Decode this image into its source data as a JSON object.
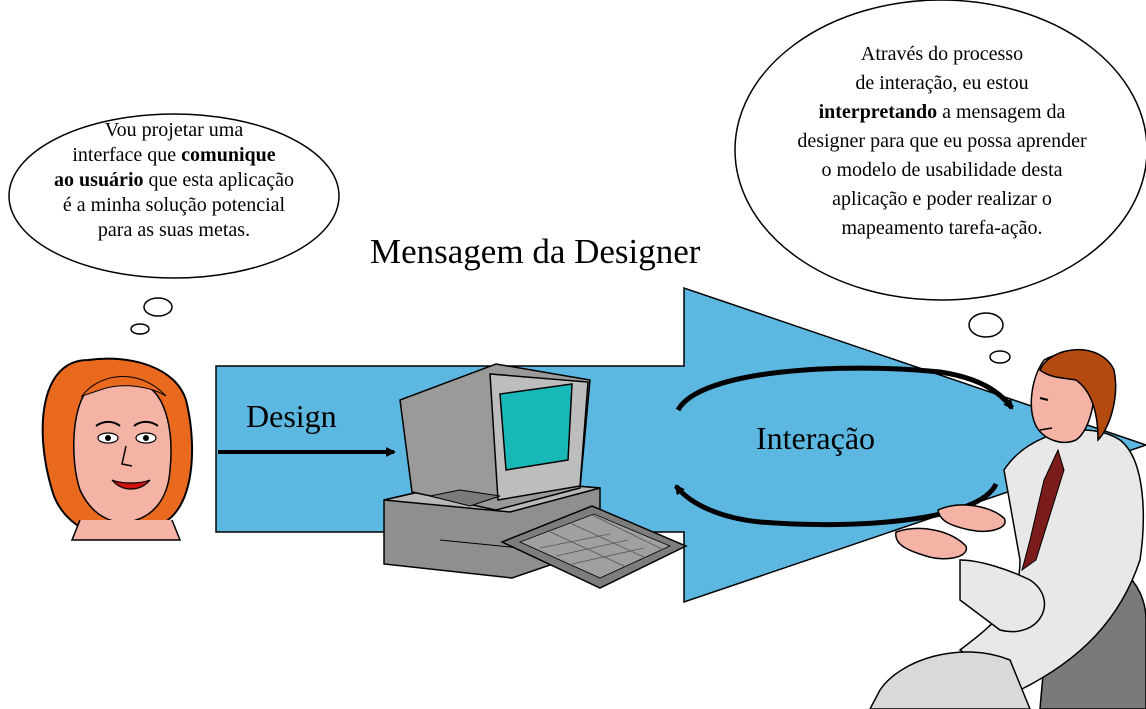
{
  "diagram": {
    "title": "Mensagem da Designer",
    "design_label": "Design",
    "interaction_label": "Interação",
    "designer_thought": {
      "l1": "Vou projetar uma",
      "l2a": "interface que ",
      "l2b": "comunique",
      "l3a": "ao usuário",
      "l3b": " que esta aplicação",
      "l4": "é a minha solução potencial",
      "l5": "para as suas metas."
    },
    "user_thought": {
      "l1": "Através do processo",
      "l2": "de interação, eu estou",
      "l3a": "interpretando",
      "l3b": " a mensagem da",
      "l4": "designer para que eu possa aprender",
      "l5": "o modelo de usabilidade desta",
      "l6": "aplicação e poder realizar o",
      "l7": "mapeamento tarefa-ação."
    }
  },
  "colors": {
    "arrow_fill": "#5cb8e0",
    "designer_hair": "#e96a1e",
    "designer_skin": "#f5b3a6",
    "screen": "#19b8b8",
    "computer_gray": "#8f8f8f",
    "shirt": "#e8e8e8",
    "user_hair": "#b34a10",
    "tie": "#7a1c1c"
  }
}
